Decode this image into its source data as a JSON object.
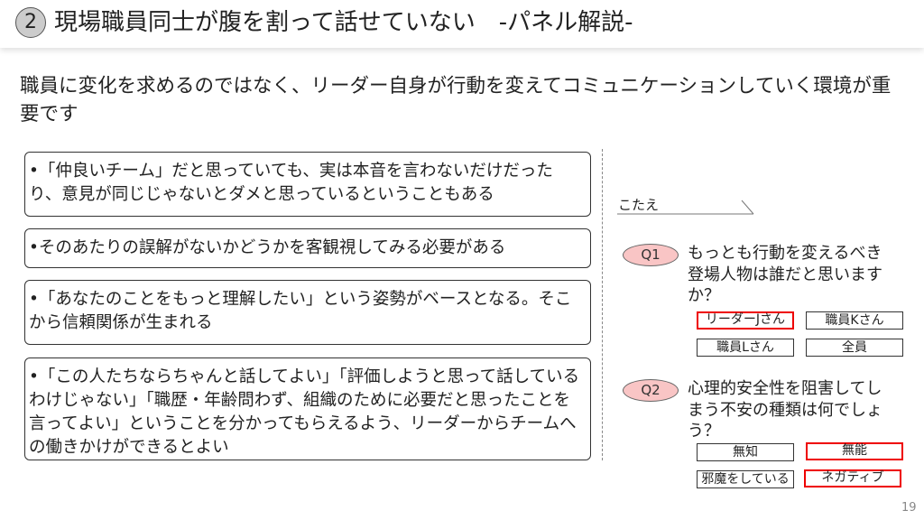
{
  "header": {
    "number": "2",
    "title": "現場職員同士が腹を割って話せていない　-パネル解説-"
  },
  "subtitle": "職員に変化を求めるのではなく、リーダー自身が行動を変えてコミュニケーションしていく環境が重要です",
  "points": [
    "•「仲良いチーム」だと思っていても、実は本音を言わないだけだったり、意見が同じじゃないとダメと思っているということもある",
    "•そのあたりの誤解がないかどうかを客観視してみる必要がある",
    "•「あなたのことをもっと理解したい」という姿勢がベースとなる。そこから信頼関係が生まれる",
    "•「この人たちならちゃんと話してよい」「評価しようと思って話しているわけじゃない」「職歴・年齢問わず、組織のために必要だと思ったことを言ってよい」ということを分かってもらえるよう、リーダーからチームへの働きかけができるとよい"
  ],
  "answers": {
    "label": "こたえ",
    "q1": {
      "tag": "Q1",
      "text": "もっとも行動を変えるべき登場人物は誰だと思いますか？",
      "options": [
        {
          "label": "リーダーJさん",
          "selected": true
        },
        {
          "label": "職員Kさん",
          "selected": false
        },
        {
          "label": "職員Lさん",
          "selected": false
        },
        {
          "label": "全員",
          "selected": false
        }
      ]
    },
    "q2": {
      "tag": "Q2",
      "text": "心理的安全性を阻害してしまう不安の種類は何でしょう？",
      "options": [
        {
          "label": "無知",
          "selected": false
        },
        {
          "label": "無能",
          "selected": true
        },
        {
          "label": "邪魔をしている",
          "selected": false
        },
        {
          "label": "ネガティブ",
          "selected": true
        }
      ]
    }
  },
  "colors": {
    "selected_border": "#ee0000",
    "oval_fill": "#f9c5c5"
  },
  "page_number": "19"
}
